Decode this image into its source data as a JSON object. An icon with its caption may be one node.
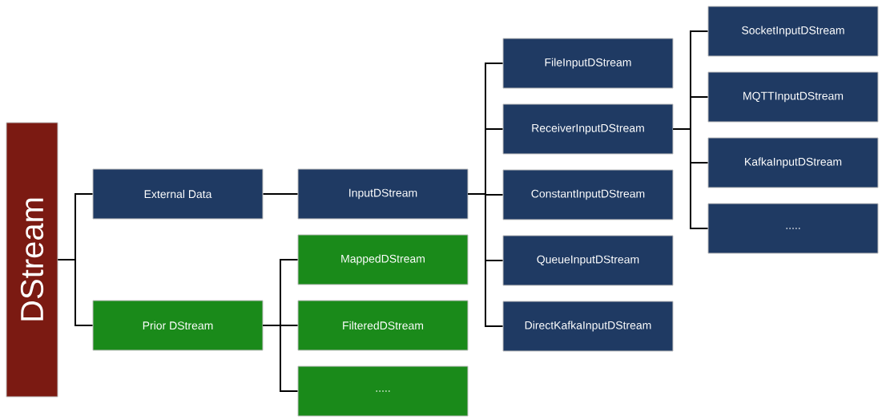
{
  "diagram": {
    "nodes": [
      {
        "text": [
          "DStream"
        ]
      },
      {
        "text": [
          "External Data"
        ]
      },
      {
        "text": [
          "Prior DStream"
        ]
      },
      {
        "text": [
          "InputDStream"
        ]
      },
      {
        "text": [
          "MappedDStream"
        ]
      },
      {
        "text": [
          "FilteredDStream"
        ]
      },
      {
        "text": [
          "....."
        ]
      },
      {
        "text": [
          "FileInputDStream"
        ]
      },
      {
        "text": [
          "ReceiverInputDStream"
        ]
      },
      {
        "text": [
          "ConstantInputDStream"
        ]
      },
      {
        "text": [
          "QueueInputDStream"
        ]
      },
      {
        "text": [
          "DirectKafkaInputDStream"
        ]
      },
      {
        "text": [
          "SocketInputDStream"
        ]
      },
      {
        "text": [
          "MQTTInputDStream"
        ]
      },
      {
        "text": [
          "KafkaInputDStream"
        ]
      },
      {
        "text": [
          "....."
        ]
      }
    ],
    "edges": [
      {
        "from": 0,
        "to": 1,
        "arrow": "none"
      },
      {
        "from": 0,
        "to": 2,
        "arrow": "none"
      },
      {
        "from": 1,
        "to": 3,
        "arrow": "none"
      },
      {
        "from": 2,
        "to": 4,
        "arrow": "none"
      },
      {
        "from": 2,
        "to": 5,
        "arrow": "none"
      },
      {
        "from": 2,
        "to": 6,
        "arrow": "none"
      },
      {
        "from": 3,
        "to": 7,
        "arrow": "none"
      },
      {
        "from": 3,
        "to": 8,
        "arrow": "none"
      },
      {
        "from": 3,
        "to": 9,
        "arrow": "none"
      },
      {
        "from": 3,
        "to": 10,
        "arrow": "none"
      },
      {
        "from": 3,
        "to": 11,
        "arrow": "none"
      },
      {
        "from": 8,
        "to": 12,
        "arrow": "none"
      },
      {
        "from": 8,
        "to": 13,
        "arrow": "none"
      },
      {
        "from": 8,
        "to": 14,
        "arrow": "none"
      },
      {
        "from": 8,
        "to": 15,
        "arrow": "none"
      }
    ]
  }
}
